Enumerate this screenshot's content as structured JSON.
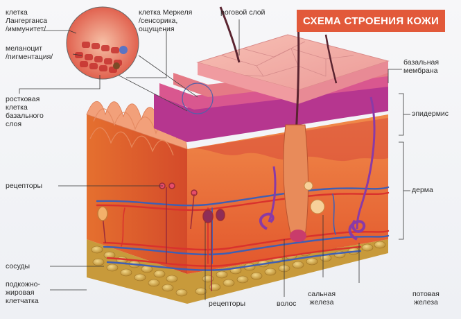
{
  "title": "СХЕМА СТРОЕНИЯ КОЖИ",
  "labels": {
    "langerhans": [
      "клетка",
      "Лангерганса",
      "/иммунитет/"
    ],
    "melanocyte": [
      "меланоцит",
      "/пигментация/"
    ],
    "germinal": [
      "ростковая",
      "клетка",
      "базального",
      "слоя"
    ],
    "receptors_left": "рецепторы",
    "vessels": "сосуды",
    "subcutaneous": [
      "подкожно-",
      "жировая",
      "клетчатка"
    ],
    "receptors_bottom": "рецепторы",
    "hair": "волос",
    "sebaceous": [
      "сальная",
      "железа"
    ],
    "sweat": [
      "потовая",
      "железа"
    ],
    "merkel": [
      "клетка Меркеля",
      "/сенсорика,",
      "ощущения"
    ],
    "stratum_corneum": "роговой слой",
    "basal_membrane": [
      "базальная",
      "мембрана"
    ],
    "epidermis": "эпидермис",
    "dermis": "дерма"
  },
  "colors": {
    "title_bg": "#e2593a",
    "epidermis_top": "#f2a6a2",
    "epidermis_purple": "#b6368f",
    "dermis": "#e86a34",
    "fat": "#d8b24a",
    "artery": "#d9322d",
    "vein": "#3f5fb4"
  }
}
